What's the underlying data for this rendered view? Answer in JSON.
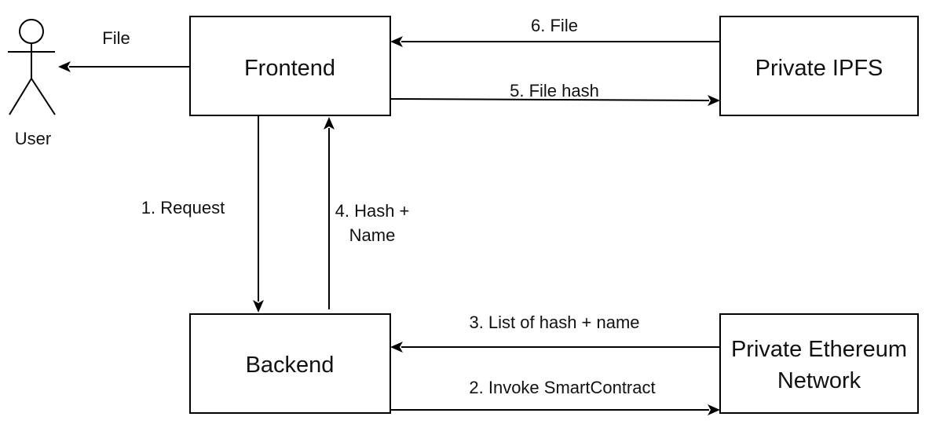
{
  "actor": {
    "label": "User"
  },
  "nodes": {
    "frontend": "Frontend",
    "backend": "Backend",
    "ipfs": "Private IPFS",
    "ethereum_line1": "Private Ethereum",
    "ethereum_line2": "Network"
  },
  "edges": {
    "file_to_user": "File",
    "request": "1. Request",
    "invoke": "2. Invoke SmartContract",
    "list": "3. List of hash + name",
    "hash_name_line1": "4. Hash +",
    "hash_name_line2": "Name",
    "file_hash": "5. File hash",
    "file_from_ipfs": "6. File"
  },
  "colors": {
    "stroke": "#000000",
    "background": "#ffffff"
  }
}
